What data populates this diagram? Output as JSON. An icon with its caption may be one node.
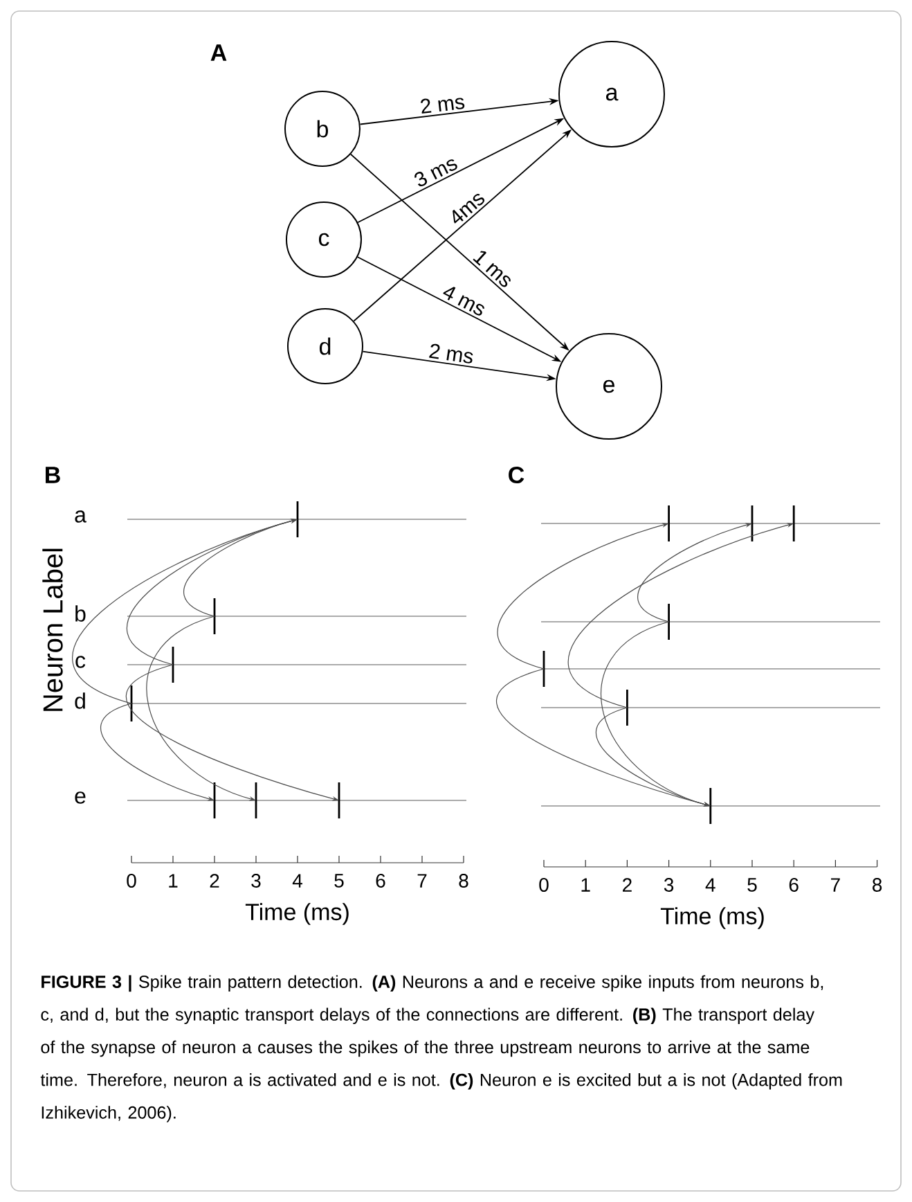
{
  "diagram": {
    "caption": "**FIGURE 3 |** Spike train pattern detection. **(A)** Neurons a and e receive spike inputs from neurons b, c, and d, but the synaptic transport delays of the connections are different. **(B)** The transport delay of the synapse of neuron a causes the spikes of the three upstream neurons to arrive at the same time. Therefore, neuron a is activated and e is not. **(C)** Neuron e is excited but a is not (Adapted from Izhikevich, 2006).",
    "nodes": [
      {
        "text": [
          "b"
        ]
      },
      {
        "text": [
          "c"
        ]
      },
      {
        "text": [
          "d"
        ]
      },
      {
        "text": [
          "a"
        ]
      },
      {
        "text": [
          "e"
        ]
      },
      {
        "text": [],
        "shape": "bar"
      },
      {
        "text": [],
        "shape": "bar"
      },
      {
        "text": [],
        "shape": "bar"
      },
      {
        "text": [],
        "shape": "bar"
      },
      {
        "text": [],
        "shape": "bar"
      },
      {
        "text": [],
        "shape": "bar"
      },
      {
        "text": [],
        "shape": "bar"
      },
      {
        "text": [],
        "shape": "bar"
      },
      {
        "text": [],
        "shape": "bar"
      },
      {
        "text": [],
        "shape": "bar"
      },
      {
        "text": [],
        "shape": "bar"
      },
      {
        "text": [],
        "shape": "bar"
      },
      {
        "text": [],
        "shape": "bar"
      },
      {
        "text": [],
        "shape": "bar"
      }
    ],
    "edges": [
      {
        "from": 0,
        "to": 3,
        "arrow": "to",
        "label": "2 ms"
      },
      {
        "from": 1,
        "to": 3,
        "arrow": "to",
        "label": "3 ms"
      },
      {
        "from": 2,
        "to": 3,
        "arrow": "to",
        "label": "4ms"
      },
      {
        "from": 0,
        "to": 4,
        "arrow": "to",
        "label": "1 ms"
      },
      {
        "from": 1,
        "to": 4,
        "arrow": "to",
        "label": "4 ms"
      },
      {
        "from": 2,
        "to": 4,
        "arrow": "to",
        "label": "2 ms"
      },
      {
        "from": 8,
        "to": 5,
        "arrow": "to"
      },
      {
        "from": 7,
        "to": 5,
        "arrow": "to"
      },
      {
        "from": 6,
        "to": 5,
        "arrow": "to"
      },
      {
        "from": 8,
        "to": 9,
        "arrow": "to"
      },
      {
        "from": 6,
        "to": 10,
        "arrow": "to"
      },
      {
        "from": 7,
        "to": 11,
        "arrow": "to"
      },
      {
        "from": 16,
        "to": 12,
        "arrow": "to"
      },
      {
        "from": 15,
        "to": 13,
        "arrow": "to"
      },
      {
        "from": 17,
        "to": 14,
        "arrow": "to"
      },
      {
        "from": 15,
        "to": 18,
        "arrow": "to"
      },
      {
        "from": 16,
        "to": 18,
        "arrow": "to"
      },
      {
        "from": 17,
        "to": 18,
        "arrow": "to"
      }
    ],
    "labels": [
      "A",
      "B",
      "a",
      "b",
      "c",
      "d",
      "e",
      "Neuron Label",
      "0",
      "1",
      "2",
      "3",
      "4",
      "5",
      "6",
      "7",
      "8",
      "Time (ms)",
      "C",
      "0",
      "1",
      "2",
      "3",
      "4",
      "5",
      "6",
      "7",
      "8",
      "Time (ms)"
    ]
  }
}
